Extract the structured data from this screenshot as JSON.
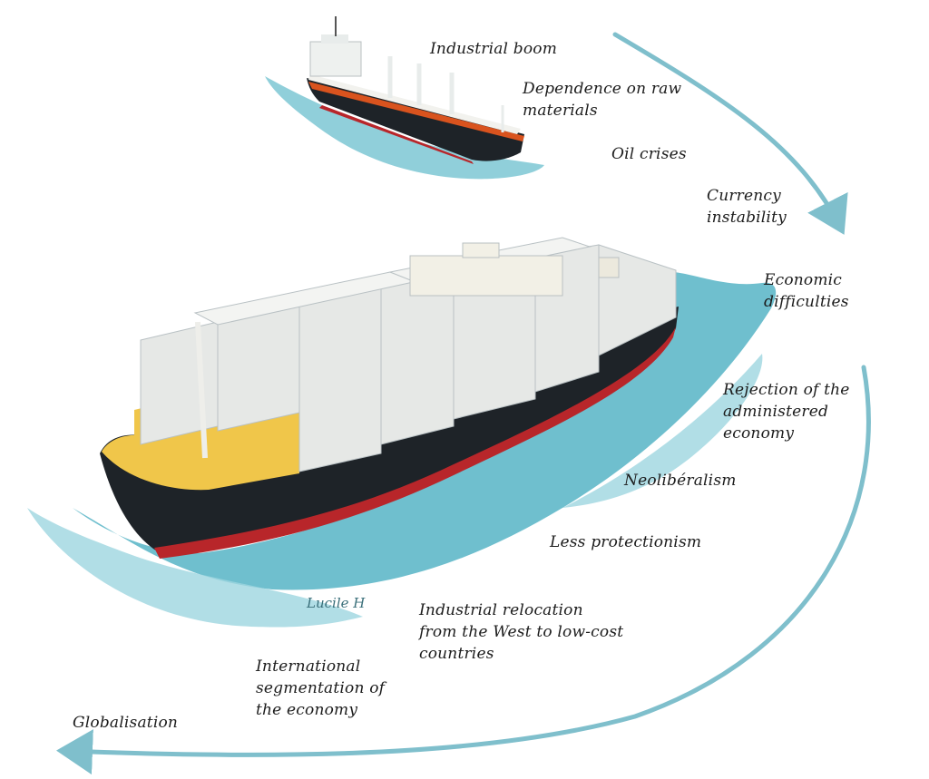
{
  "labels": [
    "Industrial boom",
    "Dependence on raw\nmaterials",
    "Oil crises",
    "Currency\ninstability",
    "Economic\ndifficulties",
    "Rejection of the\nadministered\neconomy",
    "Neolibéralism",
    "Less protectionism",
    "Industrial relocation\nfrom the West to low-cost\ncountries",
    "International\nsegmentation of\nthe economy",
    "Globalisation"
  ],
  "signature": "Lucile H",
  "colors": {
    "arrow": "#7fbfcc",
    "sea": "#5fb8c9",
    "sea_light": "#9ed6e0",
    "hull_black": "#1e2328",
    "hull_red": "#b8262a",
    "hull_orange": "#d9531e",
    "deck_yellow": "#f0c64a",
    "container": "#e6e8e6",
    "text": "#1c1c1c"
  }
}
